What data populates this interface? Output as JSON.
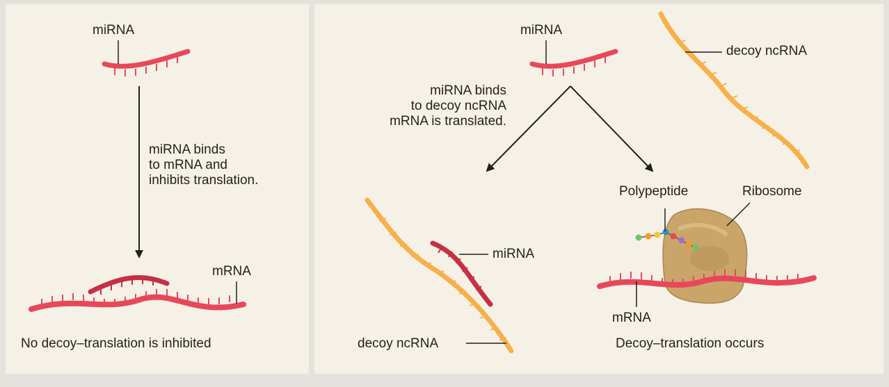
{
  "left_panel": {
    "mirna_label": "miRNA",
    "step_text": "miRNA binds\nto mRNA and\ninhibits translation.",
    "mrna_label": "mRNA",
    "caption": "No decoy–translation is inhibited"
  },
  "right_panel": {
    "mirna_label": "miRNA",
    "decoy_label": "decoy ncRNA",
    "step_text": "miRNA binds\nto decoy ncRNA\nmRNA is translated.",
    "bound_mirna_label": "miRNA",
    "bound_decoy_label": "decoy ncRNA",
    "polypeptide_label": "Polypeptide",
    "ribosome_label": "Ribosome",
    "mrna_label": "mRNA",
    "caption_decoy": "Decoy–translation occurs"
  },
  "colors": {
    "mirna": "#e8475a",
    "mirna_dark": "#c62f44",
    "decoy": "#f7b04a",
    "decoy_dark": "#e5962f",
    "ribosome": "#c9a56a",
    "panel_bg": "#f5f1e6",
    "frame": "#e4e2dc"
  },
  "icons": {
    "arrow": "arrow-down-icon",
    "ribosome": "ribosome-icon",
    "polypeptide": "polypeptide-chain-icon"
  }
}
